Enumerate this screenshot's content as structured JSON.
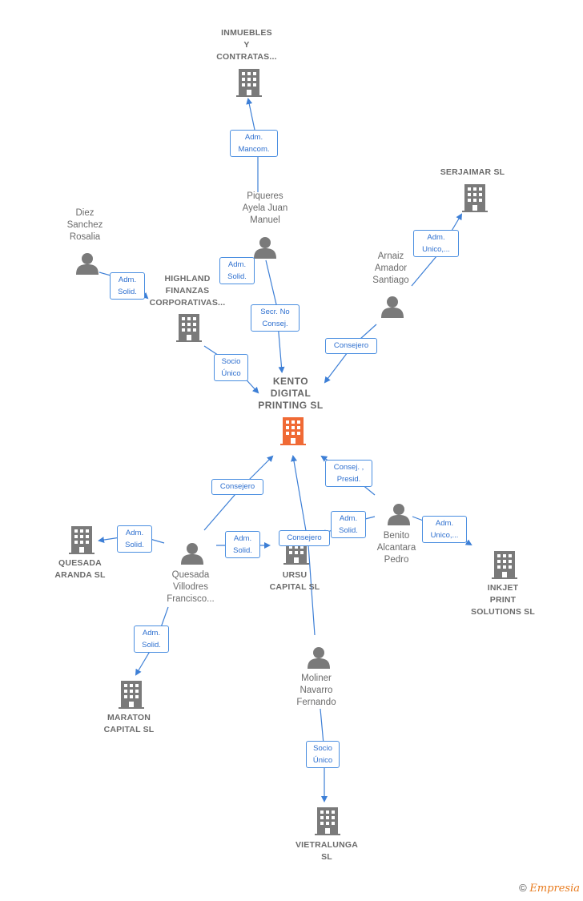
{
  "nodes": {
    "inmuebles": "INMUEBLES\nY\nCONTRATAS...",
    "piqueres": "Piqueres\nAyela Juan\nManuel",
    "diez": "Diez\nSanchez\nRosalia",
    "highland": "HIGHLAND\nFINANZAS\nCORPORATIVAS...",
    "serjaimar": "SERJAIMAR SL",
    "arnaiz": "Arnaiz\nAmador\nSantiago",
    "kento": "KENTO\nDIGITAL\nPRINTING SL",
    "quesada_aranda": "QUESADA\nARANDA SL",
    "quesada_villodres": "Quesada\nVillodres\nFrancisco...",
    "ursu": "URSU\nCAPITAL SL",
    "benito": "Benito\nAlcantara\nPedro",
    "inkjet": "INKJET\nPRINT\nSOLUTIONS SL",
    "maraton": "MARATON\nCAPITAL SL",
    "moliner": "Moliner\nNavarro\nFernando",
    "vietralunga": "VIETRALUNGA\nSL"
  },
  "relations": {
    "adm_mancom": "Adm.\nMancom.",
    "piqueres_highland": "Adm.\nSolid.",
    "diez_highland": "Adm.\nSolid.",
    "secr_no_consej": "Secr. No\nConsej.",
    "socio_unico_highland": "Socio\nÚnico",
    "arnaiz_serjaimar": "Adm.\nUnico,...",
    "arnaiz_kento": "Consejero",
    "quesada_kento": "Consejero",
    "benito_kento": "Consej. ,\nPresid.",
    "quesada_aranda_rel": "Adm.\nSolid.",
    "quesada_ursu": "Adm.\nSolid.",
    "moliner_kento": "Consejero",
    "benito_ursu": "Adm.\nSolid.",
    "benito_inkjet": "Adm.\nUnico,...",
    "quesada_maraton": "Adm.\nSolid.",
    "moliner_vietralunga": "Socio\nÚnico"
  },
  "colors": {
    "edge": "#3d7fd6",
    "icon": "#7a7a7a",
    "main_icon": "#f06a35"
  },
  "footer": {
    "copyright": "©",
    "brand": "Empresia"
  }
}
